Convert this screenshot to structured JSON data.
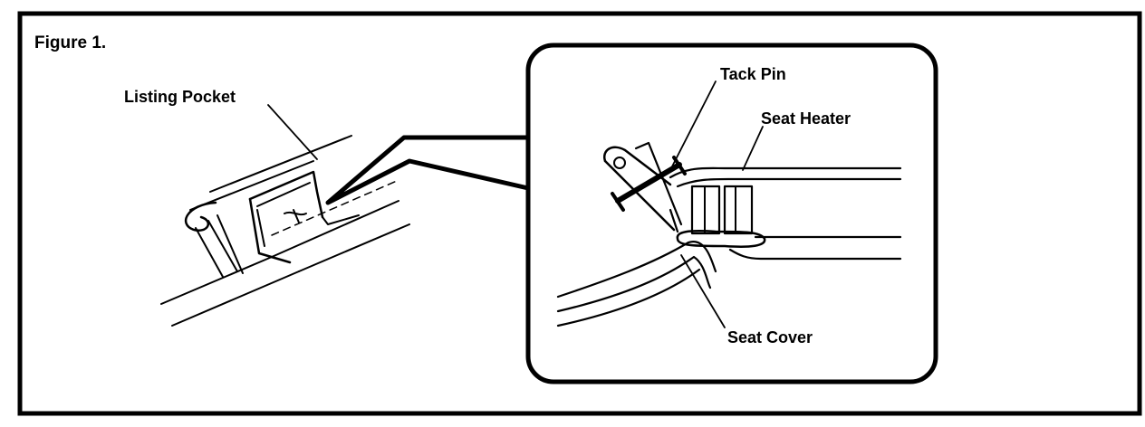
{
  "figure": {
    "title": "Figure 1.",
    "labels": {
      "listing_pocket": "Listing Pocket",
      "tack_pin": "Tack Pin",
      "seat_heater": "Seat Heater",
      "seat_cover": "Seat Cover"
    }
  }
}
